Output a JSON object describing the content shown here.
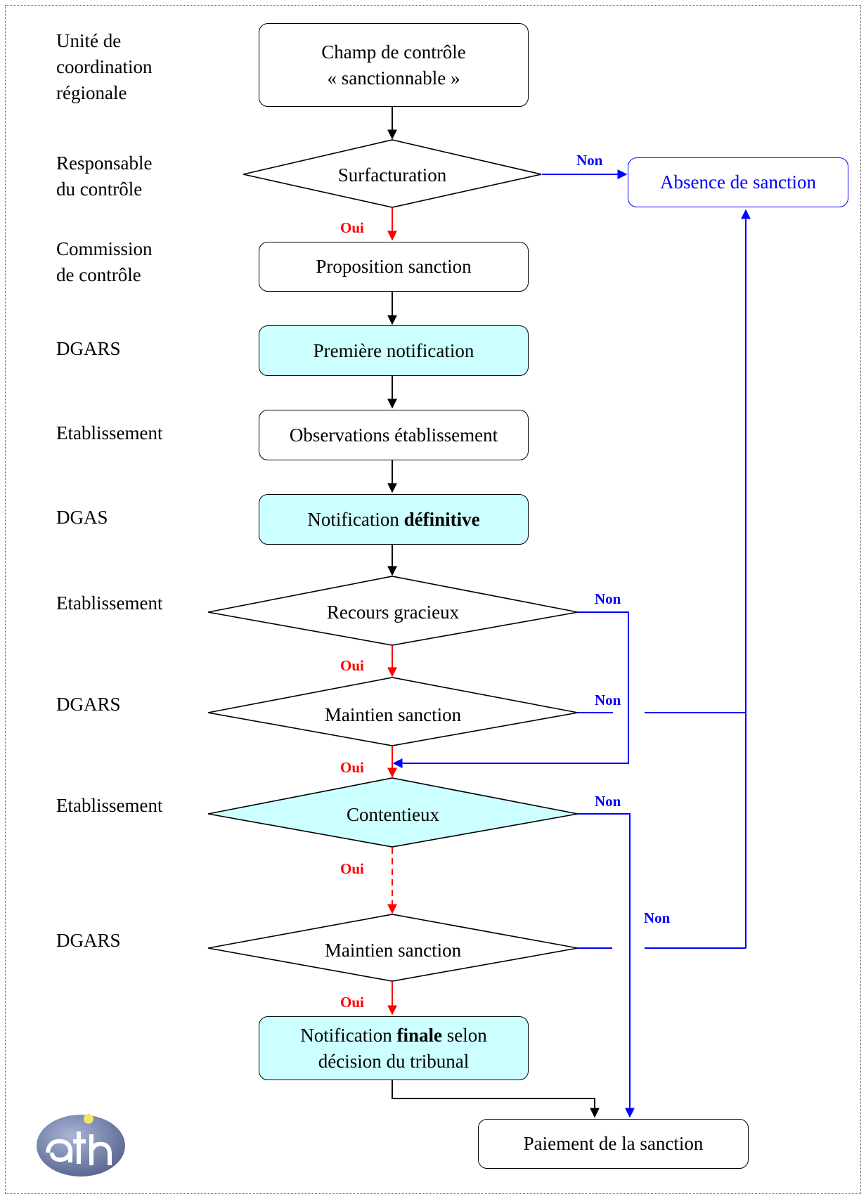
{
  "actors": [
    "Unité de\ncoordination\nrégionale",
    "Responsable\ndu contrôle",
    "Commission\nde contrôle",
    "DGARS",
    "Etablissement",
    "DGAS",
    "Etablissement",
    "DGARS",
    "Etablissement",
    "DGARS"
  ],
  "nodes": {
    "champ": {
      "line1": "Champ de contrôle",
      "line2": "« sanctionnable »"
    },
    "surfacturation": "Surfacturation",
    "absence": "Absence de sanction",
    "proposition": "Proposition sanction",
    "premiere": "Première notification",
    "observations": "Observations établissement",
    "notif_def": {
      "pre": "Notification ",
      "bold": "définitive"
    },
    "recours": "Recours gracieux",
    "maintien1": "Maintien sanction",
    "contentieux": "Contentieux",
    "maintien2": "Maintien sanction",
    "notif_finale": {
      "pre": "Notification ",
      "bold": "finale",
      "post": " selon",
      "line2": "décision du tribunal"
    },
    "paiement": "Paiement de la sanction"
  },
  "edge_labels": {
    "oui": "Oui",
    "non": "Non"
  },
  "colors": {
    "yes": "#ff0000",
    "no": "#0000ff",
    "highlight": "#ccffff",
    "normal": "#000000"
  },
  "logo": {
    "text": "ath"
  }
}
